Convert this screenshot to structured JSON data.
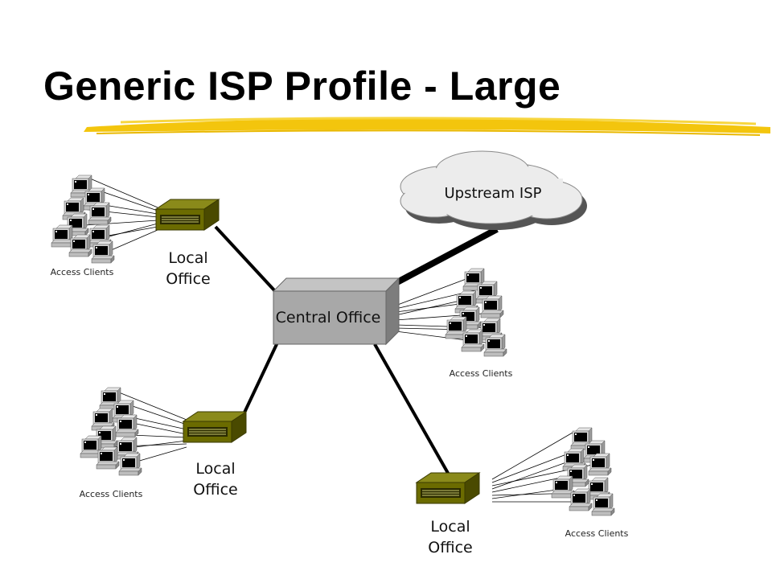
{
  "slide": {
    "title": "Generic ISP Profile - Large"
  },
  "nodes": {
    "upstream_isp": "Upstream ISP",
    "central_office": "Central Office",
    "local_office_1": "Local\nOffice",
    "local_office_2": "Local\nOffice",
    "local_office_3": "Local\nOffice"
  },
  "client_groups": {
    "top_left": "Access Clients",
    "right": "Access Clients",
    "bottom_left": "Access Clients",
    "bottom_right": "Access Clients"
  },
  "colors": {
    "highlighter": "#f2c200",
    "router": "#6b6b00",
    "central_office": "#a8a8a8",
    "cloud": "#ececec"
  }
}
